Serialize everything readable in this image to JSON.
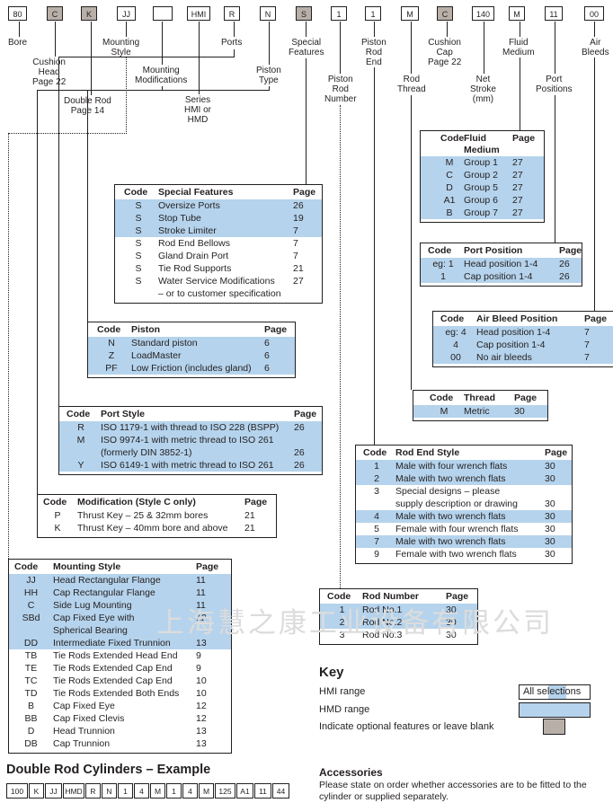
{
  "top_codes": [
    {
      "label": "80",
      "grey": false
    },
    {
      "label": "C",
      "grey": true
    },
    {
      "label": "K",
      "grey": true
    },
    {
      "label": "JJ",
      "grey": false
    },
    {
      "label": "",
      "grey": false
    },
    {
      "label": "HMI",
      "grey": false
    },
    {
      "label": "R",
      "grey": false
    },
    {
      "label": "N",
      "grey": false
    },
    {
      "label": "S",
      "grey": true
    },
    {
      "label": "1",
      "grey": false
    },
    {
      "label": "1",
      "grey": false
    },
    {
      "label": "M",
      "grey": false
    },
    {
      "label": "C",
      "grey": true
    },
    {
      "label": "140",
      "grey": false
    },
    {
      "label": "M",
      "grey": false
    },
    {
      "label": "11",
      "grey": false
    },
    {
      "label": "00",
      "grey": false
    }
  ],
  "labels": {
    "bore": "Bore",
    "cushion_head": "Cushion\nHead\nPage 22",
    "double_rod": "Double Rod\nPage 14",
    "mounting_style": "Mounting\nStyle",
    "mounting_mods": "Mounting\nModifications",
    "series": "Series\nHMI or\nHMD",
    "ports": "Ports",
    "piston_type": "Piston\nType",
    "special_features": "Special\nFeatures",
    "piston_rod_number": "Piston\nRod\nNumber",
    "piston_rod_end": "Piston\nRod\nEnd",
    "rod_thread": "Rod\nThread",
    "cushion_cap": "Cushion\nCap\nPage 22",
    "net_stroke": "Net\nStroke\n(mm)",
    "fluid_medium": "Fluid\nMedium",
    "port_positions": "Port\nPositions",
    "air_bleeds": "Air\nBleeds"
  },
  "fluid": {
    "headers": [
      "Code",
      "Fluid\nMedium",
      "Page"
    ],
    "rows": [
      {
        "code": "M",
        "name": "Group 1",
        "page": "27",
        "blue": true
      },
      {
        "code": "C",
        "name": "Group 2",
        "page": "27",
        "blue": true
      },
      {
        "code": "D",
        "name": "Group 5",
        "page": "27",
        "blue": true
      },
      {
        "code": "A1",
        "name": "Group 6",
        "page": "27",
        "blue": true
      },
      {
        "code": "B",
        "name": "Group 7",
        "page": "27",
        "blue": true
      }
    ]
  },
  "port_position": {
    "headers": [
      "Code",
      "Port Position",
      "Page"
    ],
    "rows": [
      {
        "code": "eg: 1",
        "name": "Head position 1-4",
        "page": "26",
        "blue": true
      },
      {
        "code": "1",
        "name": "Cap position 1-4",
        "page": "26",
        "blue": true
      }
    ]
  },
  "air_bleed": {
    "headers": [
      "Code",
      "Air Bleed Position",
      "Page"
    ],
    "rows": [
      {
        "code": "eg: 4",
        "name": "Head position 1-4",
        "page": "7",
        "blue": true
      },
      {
        "code": "4",
        "name": "Cap position 1-4",
        "page": "7",
        "blue": true
      },
      {
        "code": "00",
        "name": "No air bleeds",
        "page": "7",
        "blue": true
      }
    ]
  },
  "thread": {
    "headers": [
      "Code",
      "Thread",
      "Page"
    ],
    "rows": [
      {
        "code": "M",
        "name": "Metric",
        "page": "30",
        "blue": true
      }
    ]
  },
  "special": {
    "headers": [
      "Code",
      "Special Features",
      "Page"
    ],
    "rows": [
      {
        "code": "S",
        "name": "Oversize Ports",
        "page": "26",
        "blue": true
      },
      {
        "code": "S",
        "name": "Stop Tube",
        "page": "19",
        "blue": true
      },
      {
        "code": "S",
        "name": "Stroke Limiter",
        "page": "7",
        "blue": true
      },
      {
        "code": "S",
        "name": "Rod End Bellows",
        "page": "7",
        "blue": false
      },
      {
        "code": "S",
        "name": "Gland Drain Port",
        "page": "7",
        "blue": false
      },
      {
        "code": "S",
        "name": "Tie Rod Supports",
        "page": "21",
        "blue": false
      },
      {
        "code": "S",
        "name": "Water Service Modifications",
        "page": "27",
        "blue": false
      },
      {
        "code": "",
        "name": "– or to customer specification",
        "page": "",
        "blue": false
      }
    ]
  },
  "piston": {
    "headers": [
      "Code",
      "Piston",
      "Page"
    ],
    "rows": [
      {
        "code": "N",
        "name": "Standard piston",
        "page": "6",
        "blue": true
      },
      {
        "code": "Z",
        "name": "LoadMaster",
        "page": "6",
        "blue": true
      },
      {
        "code": "PF",
        "name": "Low Friction (includes gland)",
        "page": "6",
        "blue": true
      }
    ]
  },
  "port_style": {
    "headers": [
      "Code",
      "Port Style",
      "Page"
    ],
    "rows": [
      {
        "code": "R",
        "name": "ISO 1179-1 with thread to ISO 228 (BSPP)",
        "page": "26",
        "blue": true
      },
      {
        "code": "M",
        "name": "ISO 9974-1 with metric thread to ISO 261",
        "page": "",
        "blue": true
      },
      {
        "code": "",
        "name": "(formerly DIN 3852-1)",
        "page": "26",
        "blue": true
      },
      {
        "code": "Y",
        "name": "ISO 6149-1 with metric thread to ISO 261",
        "page": "26",
        "blue": true
      }
    ]
  },
  "rod_end": {
    "headers": [
      "Code",
      "Rod End Style",
      "Page"
    ],
    "rows": [
      {
        "code": "1",
        "name": "Male with four wrench flats",
        "page": "30",
        "blue": true
      },
      {
        "code": "2",
        "name": "Male with two wrench flats",
        "page": "30",
        "blue": true
      },
      {
        "code": "3",
        "name": "Special designs – please",
        "page": "",
        "blue": false
      },
      {
        "code": "",
        "name": "supply description or drawing",
        "page": "30",
        "blue": false
      },
      {
        "code": "4",
        "name": "Male with two wrench flats",
        "page": "30",
        "blue": true
      },
      {
        "code": "5",
        "name": "Female with four wrench flats",
        "page": "30",
        "blue": false
      },
      {
        "code": "7",
        "name": "Male with two wrench flats",
        "page": "30",
        "blue": true
      },
      {
        "code": "9",
        "name": "Female with two wrench flats",
        "page": "30",
        "blue": false
      }
    ]
  },
  "modification": {
    "headers": [
      "Code",
      "Modification (Style C only)",
      "Page"
    ],
    "rows": [
      {
        "code": "P",
        "name": "Thrust Key – 25 & 32mm bores",
        "page": "21",
        "blue": false
      },
      {
        "code": "K",
        "name": "Thrust Key – 40mm bore and above",
        "page": "21",
        "blue": false
      }
    ]
  },
  "mounting": {
    "headers": [
      "Code",
      "Mounting Style",
      "Page"
    ],
    "rows": [
      {
        "code": "JJ",
        "name": "Head Rectangular Flange",
        "page": "11",
        "blue": true
      },
      {
        "code": "HH",
        "name": "Cap Rectangular Flange",
        "page": "11",
        "blue": true
      },
      {
        "code": "C",
        "name": "Side Lug Mounting",
        "page": "11",
        "blue": true
      },
      {
        "code": "SBd",
        "name": "Cap Fixed Eye with",
        "page": "12",
        "blue": true
      },
      {
        "code": "",
        "name": "Spherical Bearing",
        "page": "",
        "blue": true
      },
      {
        "code": "DD",
        "name": "Intermediate Fixed Trunnion",
        "page": "13",
        "blue": true
      },
      {
        "code": "TB",
        "name": "Tie Rods Extended Head End",
        "page": "9",
        "blue": false
      },
      {
        "code": "TE",
        "name": "Tie Rods Extended Cap End",
        "page": "9",
        "blue": false
      },
      {
        "code": "TC",
        "name": "Tie Rods Extended Cap End",
        "page": "10",
        "blue": false
      },
      {
        "code": "TD",
        "name": "Tie Rods Extended Both Ends",
        "page": "10",
        "blue": false
      },
      {
        "code": "B",
        "name": "Cap Fixed Eye",
        "page": "12",
        "blue": false
      },
      {
        "code": "BB",
        "name": "Cap Fixed Clevis",
        "page": "12",
        "blue": false
      },
      {
        "code": "D",
        "name": "Head Trunnion",
        "page": "13",
        "blue": false
      },
      {
        "code": "DB",
        "name": "Cap Trunnion",
        "page": "13",
        "blue": false
      }
    ]
  },
  "rod_number": {
    "headers": [
      "Code",
      "Rod Number",
      "Page"
    ],
    "rows": [
      {
        "code": "1",
        "name": "Rod No.1",
        "page": "30",
        "blue": true
      },
      {
        "code": "2",
        "name": "Rod No.2",
        "page": "30",
        "blue": true
      },
      {
        "code": "3",
        "name": "Rod No.3",
        "page": "30",
        "blue": false
      }
    ]
  },
  "watermark": "上海慧之康工业设备有限公司",
  "key": {
    "title": "Key",
    "hmi": "HMI range",
    "hmd": "HMD range",
    "optional": "Indicate optional features or leave blank",
    "all_selections": "All selections",
    "colors": {
      "blue": "#b5d3ec",
      "grey": "#b8b0a8"
    }
  },
  "example": {
    "title": "Double Rod Cylinders – Example",
    "codes": [
      "100",
      "K",
      "JJ",
      "HMD",
      "R",
      "N",
      "1",
      "4",
      "M",
      "1",
      "4",
      "M",
      "125",
      "A1",
      "11",
      "44"
    ]
  },
  "accessories": {
    "title": "Accessories",
    "text1": "Please state on order whether accessories are to be fitted to the",
    "text2": "cylinder or supplied separately."
  }
}
